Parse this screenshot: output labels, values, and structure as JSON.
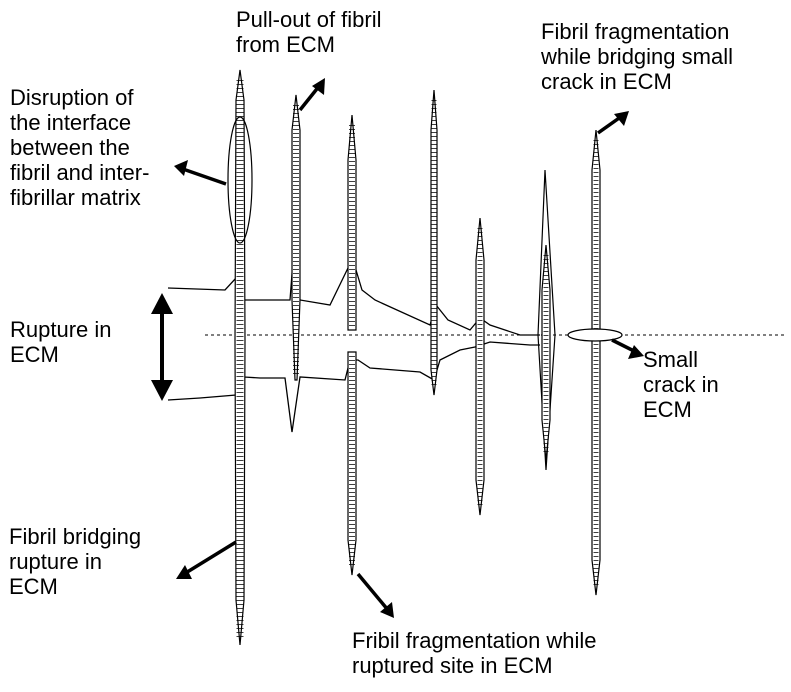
{
  "colors": {
    "ink": "#000000",
    "background": "#ffffff"
  },
  "labels": {
    "pullout": [
      "Pull-out of fibril",
      "from ECM"
    ],
    "fragmentation_small": [
      "Fibril fragmentation",
      "while bridging small",
      "crack in ECM"
    ],
    "disruption": [
      "Disruption of",
      "the interface",
      "between the",
      "fibril and inter-",
      "fibrillar matrix"
    ],
    "rupture": [
      "Rupture in",
      "ECM"
    ],
    "small_crack": [
      "Small",
      "crack in",
      "ECM"
    ],
    "bridging": [
      "Fibril bridging",
      "rupture in",
      "ECM"
    ],
    "fribil_fragmentation": [
      "Fribil fragmentation while",
      "ruptured site in ECM"
    ]
  },
  "icons": [
    "double-headed-arrow",
    "pointer-arrow"
  ]
}
